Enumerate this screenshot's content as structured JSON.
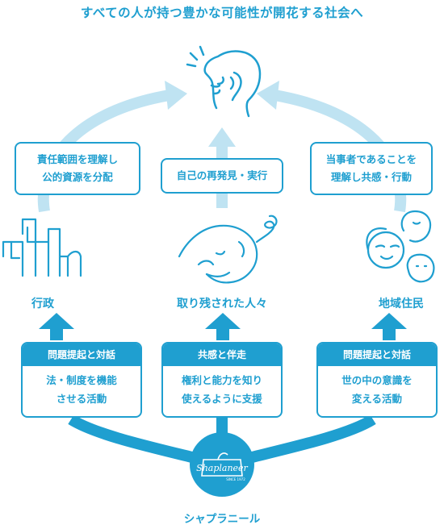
{
  "title": "すべての人が持つ豊かな可能性が開花する社会へ",
  "top_boxes": [
    {
      "lines": [
        "責任範囲を理解し",
        "公的資源を分配"
      ]
    },
    {
      "lines": [
        "自己の再発見・実行"
      ]
    },
    {
      "lines": [
        "当事者であることを",
        "理解し共感・行動"
      ]
    }
  ],
  "actors": [
    {
      "label": "行政",
      "icon": "government-building-icon"
    },
    {
      "label": "取り残された人々",
      "icon": "person-head-icon"
    },
    {
      "label": "地域住民",
      "icon": "community-people-icon"
    }
  ],
  "cards": [
    {
      "header": "問題提起と対話",
      "lines": [
        "法・制度を機能",
        "させる活動"
      ]
    },
    {
      "header": "共感と伴走",
      "lines": [
        "権利と能力を知り",
        "使えるように支援"
      ]
    },
    {
      "header": "問題提起と対話",
      "lines": [
        "世の中の意識を",
        "変える活動"
      ]
    }
  ],
  "organization": {
    "name": "シャプラニール",
    "logo_text": "Shaplaneer",
    "logo_subtext": "SINCE 1972"
  },
  "colors": {
    "primary": "#1f9fd0",
    "light": "#bfe3f2",
    "white": "#ffffff"
  }
}
